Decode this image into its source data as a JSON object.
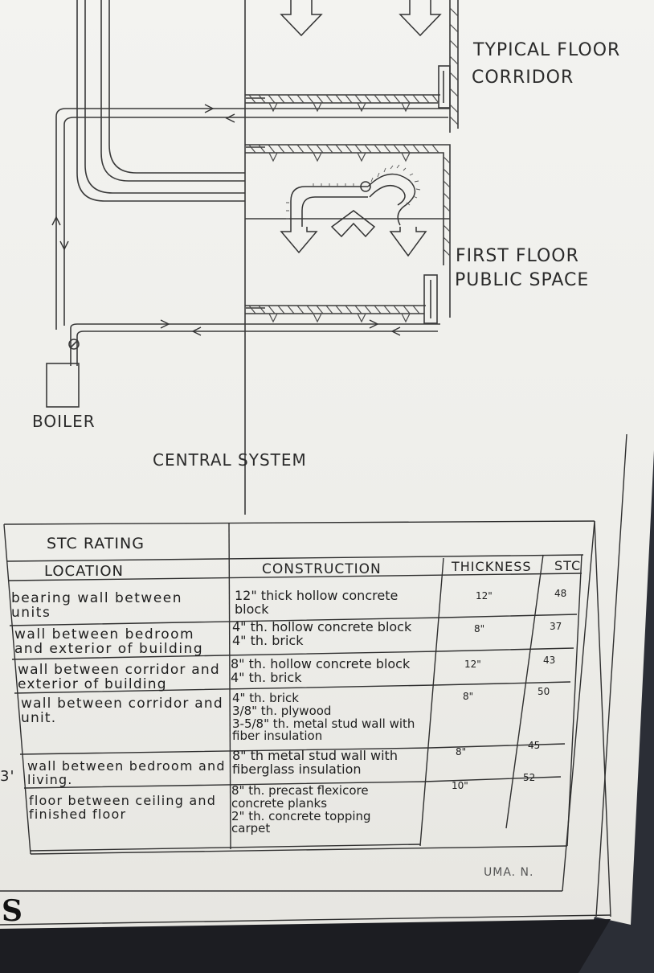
{
  "diagram": {
    "labels": {
      "typical_floor_line1": "TYPICAL FLOOR",
      "typical_floor_line2": "CORRIDOR",
      "first_floor_line1": "FIRST FLOOR",
      "first_floor_line2": "PUBLIC SPACE",
      "boiler": "BOILER",
      "caption": "CENTRAL SYSTEM"
    }
  },
  "table": {
    "title": "STC  RATING",
    "headers": {
      "location": "LOCATION",
      "construction": "CONSTRUCTION",
      "thickness": "THICKNESS",
      "stc": "STC"
    },
    "rows": [
      {
        "location": [
          "bearing wall between",
          "units"
        ],
        "construction": [
          "12\" thick hollow concrete",
          "block"
        ],
        "thickness": "12\"",
        "stc": "48"
      },
      {
        "location": [
          "wall between bedroom",
          "and exterior of building"
        ],
        "construction": [
          "4\" th. hollow concrete block",
          "4\" th. brick"
        ],
        "thickness": "8\"",
        "stc": "37"
      },
      {
        "location": [
          "wall between corridor and",
          "exterior of building"
        ],
        "construction": [
          "8\" th. hollow concrete block",
          "4\" th. brick"
        ],
        "thickness": "12\"",
        "stc": "43"
      },
      {
        "location": [
          "wall between corridor and",
          "unit."
        ],
        "construction": [
          "4\" th. brick",
          "3/8\" th. plywood",
          "3-5/8\" th. metal stud wall with",
          "fiber insulation"
        ],
        "thickness": "8\"",
        "stc": "50"
      },
      {
        "location": [
          "wall between bedroom and",
          "living."
        ],
        "construction": [
          "8\" th metal stud wall with",
          "fiberglass insulation"
        ],
        "thickness": "8\"",
        "stc": "45"
      },
      {
        "location": [
          "floor between ceiling and",
          "finished floor"
        ],
        "construction": [
          "8\" th. precast flexicore",
          "concrete planks",
          "2\" th. concrete topping",
          "carpet"
        ],
        "thickness": "10\"",
        "stc": "52"
      }
    ]
  },
  "footer": {
    "author": "UMA. N.",
    "corner_letter": "S",
    "margin_mark": "3'"
  }
}
